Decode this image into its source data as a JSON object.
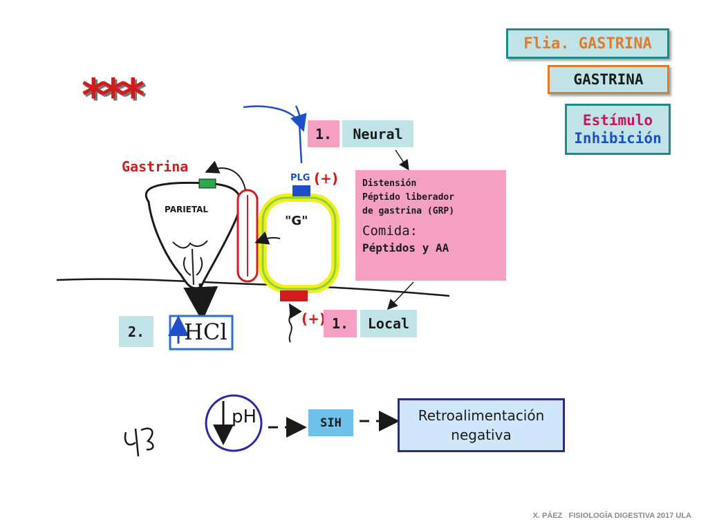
{
  "header": {
    "family_label": "Flia. GASTRINA",
    "hormone_label": "GASTRINA",
    "stimulus_label": "Estímulo",
    "inhibition_label": "Inhibición"
  },
  "diagram": {
    "stars": "***",
    "gastrina_label": "Gastrina",
    "parietal_label": "PARIETAL",
    "g_cell_label": "\"G\"",
    "plg_label": "PLG",
    "plus_top": "(+)",
    "plus_bottom": "(+)",
    "step1_neural_num": "1.",
    "neural_label": "Neural",
    "step1_local_num": "1.",
    "local_label": "Local",
    "step2_num": "2.",
    "hcl_label": "HCl",
    "stimuli": {
      "line1": "Distensión",
      "line2": "Péptido liberador",
      "line3": "de gastrina (GRP)",
      "line4": "Comida:",
      "line5": "Péptidos y AA"
    },
    "ph_label": "pH",
    "sih_label": "SIH",
    "feedback_line1": "Retroalimentación",
    "feedback_line2": "negativa",
    "footer": "X. PÁEZ   FISIOLOGÍA DIGESTIVA 2017 ULA"
  },
  "colors": {
    "teal_border": "#1b8a8a",
    "orange_border": "#e07b2a",
    "box_fill": "#bfe3e6",
    "pink": "#f5a0c2",
    "magenta_text": "#c8165a",
    "red": "#d01c1c",
    "blue": "#1f4fc8",
    "yellow": "#f0f018",
    "green": "#8cd040"
  }
}
